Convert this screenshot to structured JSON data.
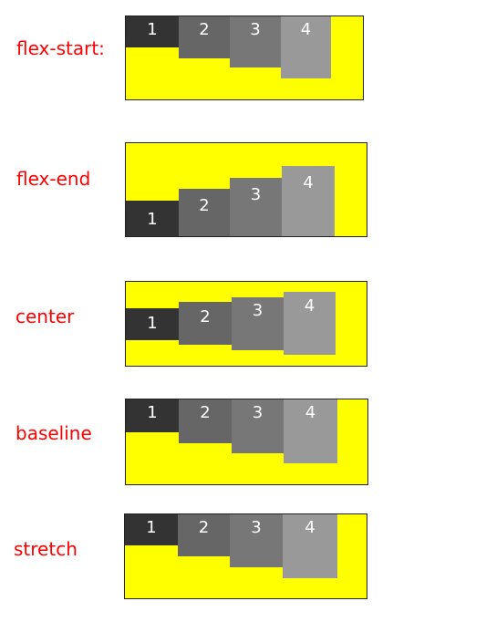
{
  "colors": {
    "label": "#ff0000",
    "container_bg": "#ffff00",
    "container_border": "#222222",
    "item_text": "#ffffff",
    "item_1": "#333333",
    "item_2": "#666666",
    "item_3": "#777777",
    "item_4": "#999999"
  },
  "rows": [
    {
      "label": "flex-start:",
      "items": [
        "1",
        "2",
        "3",
        "4"
      ]
    },
    {
      "label": "flex-end",
      "items": [
        "1",
        "2",
        "3",
        "4"
      ]
    },
    {
      "label": "center",
      "items": [
        "1",
        "2",
        "3",
        "4"
      ]
    },
    {
      "label": "baseline",
      "items": [
        "1",
        "2",
        "3",
        "4"
      ]
    },
    {
      "label": "stretch",
      "items": [
        "1",
        "2",
        "3",
        "4"
      ]
    }
  ]
}
